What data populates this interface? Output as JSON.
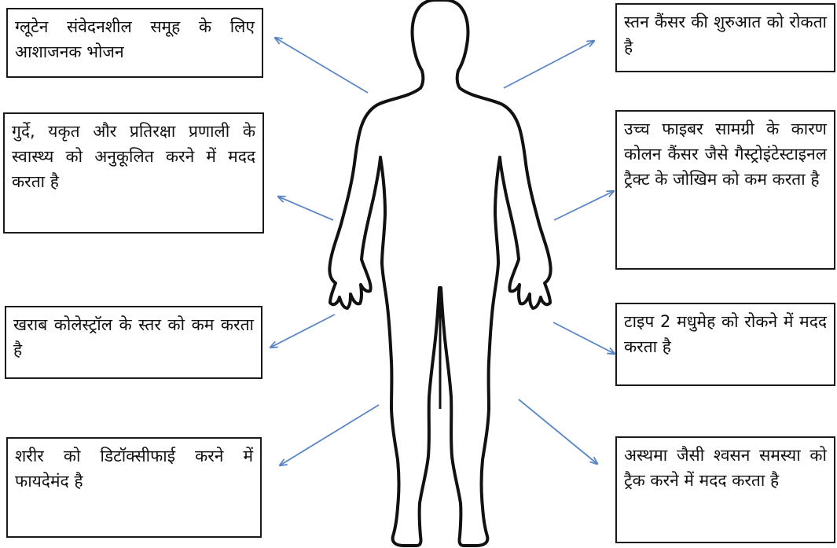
{
  "diagram": {
    "benefits": {
      "left": [
        "ग्लूटेन संवेदनशील समूह के लिए आशाजनक भोजन",
        "गुर्दे, यकृत और प्रतिरक्षा प्रणाली के स्वास्थ्य को अनुकूलित करने में मदद करता है",
        "खराब कोलेस्ट्रॉल के स्तर को कम करता है",
        "शरीर को डिटॉक्सीफाई करने में फायदेमंद है"
      ],
      "right": [
        "स्तन कैंसर की शुरुआत को रोकता है",
        "उच्च फाइबर सामग्री के कारण कोलन कैंसर जैसे गैस्ट्रोइंटेस्टाइनल ट्रैक्ट के जोखिम को कम करता है",
        "टाइप 2 मधुमेह को रोकने में मदद करता है",
        "अस्थमा जैसी श्वसन समस्या को ट्रैक करने में मदद करता है"
      ]
    },
    "colors": {
      "arrow": "#5b86c5",
      "box_border": "#1a1a1a",
      "figure_outline": "#111111"
    },
    "icons": {
      "figure": "human-body-outline-icon",
      "arrow": "arrow-icon"
    }
  }
}
